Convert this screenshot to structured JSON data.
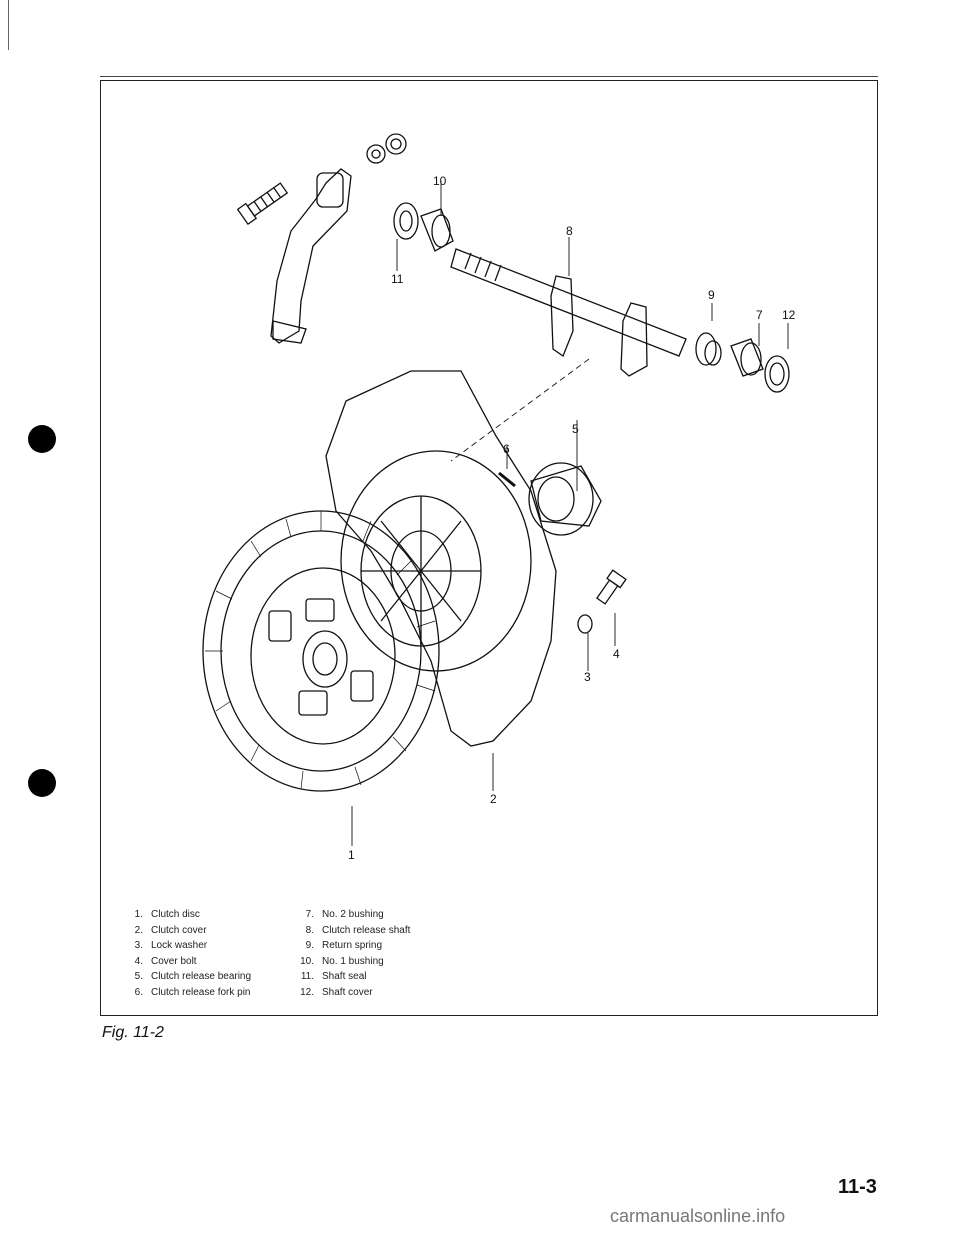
{
  "diagram": {
    "callouts": {
      "c1": "1",
      "c2": "2",
      "c3": "3",
      "c4": "4",
      "c5": "5",
      "c6": "6",
      "c7": "7",
      "c8": "8",
      "c9": "9",
      "c10": "10",
      "c11": "11",
      "c12": "12"
    }
  },
  "legend": {
    "left": [
      {
        "num": "1.",
        "label": "Clutch disc"
      },
      {
        "num": "2.",
        "label": "Clutch cover"
      },
      {
        "num": "3.",
        "label": "Lock washer"
      },
      {
        "num": "4.",
        "label": "Cover bolt"
      },
      {
        "num": "5.",
        "label": "Clutch release bearing"
      },
      {
        "num": "6.",
        "label": "Clutch release fork pin"
      }
    ],
    "right": [
      {
        "num": "7.",
        "label": "No. 2 bushing"
      },
      {
        "num": "8.",
        "label": "Clutch release shaft"
      },
      {
        "num": "9.",
        "label": "Return spring"
      },
      {
        "num": "10.",
        "label": "No. 1 bushing"
      },
      {
        "num": "11.",
        "label": "Shaft seal"
      },
      {
        "num": "12.",
        "label": "Shaft cover"
      }
    ]
  },
  "caption": "Fig. 11-2",
  "page_number": "11-3",
  "watermark": "carmanualsonline.info"
}
